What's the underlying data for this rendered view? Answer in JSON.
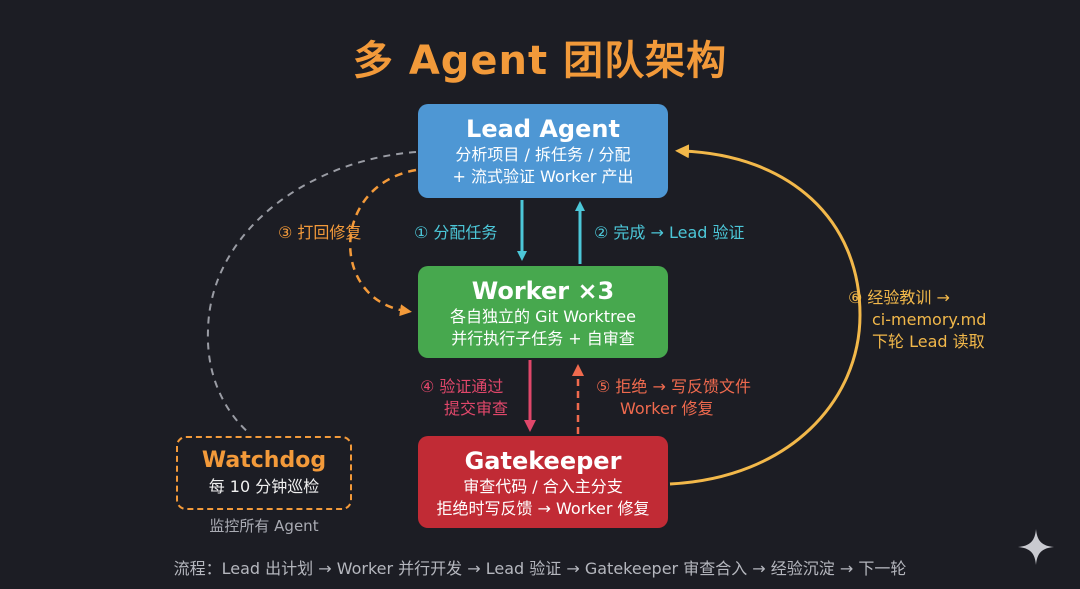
{
  "title": "多 Agent 团队架构",
  "nodes": {
    "lead": {
      "title": "Lead Agent",
      "line1": "分析项目 / 拆任务 / 分配",
      "line2": "+ 流式验证 Worker 产出"
    },
    "worker": {
      "title": "Worker ×3",
      "line1": "各自独立的 Git Worktree",
      "line2": "并行执行子任务 + 自审查"
    },
    "gatekeeper": {
      "title": "Gatekeeper",
      "line1": "审查代码 / 合入主分支",
      "line2": "拒绝时写反馈 → Worker 修复"
    },
    "watchdog": {
      "title": "Watchdog",
      "line1": "每 10 分钟巡检",
      "note": "监控所有 Agent"
    }
  },
  "edges": {
    "e1": "① 分配任务",
    "e2": "② 完成 → Lead 验证",
    "e3": "③ 打回修复",
    "e4": {
      "line1": "④ 验证通过",
      "line2": "提交审查"
    },
    "e5": {
      "line1": "⑤ 拒绝 → 写反馈文件",
      "line2": "Worker 修复"
    },
    "e6": {
      "line1": "⑥ 经验教训 →",
      "line2": "ci-memory.md",
      "line3": "下轮 Lead 读取"
    }
  },
  "footer": "流程：Lead 出计划 → Worker 并行开发 → Lead 验证 → Gatekeeper 审查合入 → 经验沉淀 → 下一轮",
  "colors": {
    "background": "#1c1d24",
    "title": "#f29a3a",
    "lead": "#4e97d4",
    "worker": "#47a84e",
    "gatekeeper": "#c12b35",
    "cyan_arrow": "#4cc7d8",
    "orange_arrow": "#f39a3a",
    "pink_arrow": "#e0476a",
    "salmon_arrow": "#f06a4e",
    "yellow_arrow": "#f2b84a",
    "watchdog_line": "#9a9ca4"
  }
}
